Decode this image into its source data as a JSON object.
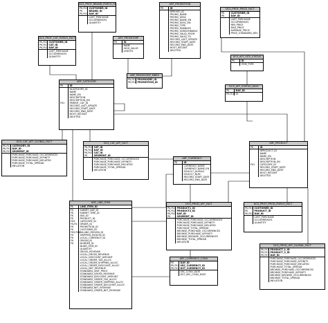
{
  "tables": {
    "brand_fact": {
      "title": "DCS_PROF_BRAND_PURCH_FACT",
      "pk": [
        {
          "key": "PK,FK1",
          "name": "CUSTOMER_ID"
        },
        {
          "key": "PK",
          "name": "BRAND_ID"
        },
        {
          "key": "PK,FK2",
          "name": "DAY_ID"
        }
      ],
      "cols": [
        {
          "key": "",
          "name": "LAST_PURCHASE"
        },
        {
          "key": "",
          "name": "OCCURRENCES"
        },
        {
          "key": "",
          "name": "QUANTITY"
        }
      ]
    },
    "promotion": {
      "title": "ARF_PROMOTION",
      "pk": [
        {
          "key": "PK",
          "name": "ID"
        }
      ],
      "cols": [
        {
          "key": "",
          "name": "NPROMO_ID"
        },
        {
          "key": "",
          "name": "PROMO_NAME"
        },
        {
          "key": "",
          "name": "PROMO_DESC"
        },
        {
          "key": "",
          "name": "PROMO_NAME_EN"
        },
        {
          "key": "",
          "name": "PROMO_DESC_EN"
        },
        {
          "key": "",
          "name": "PROMO_TYPE"
        },
        {
          "key": "",
          "name": "PROMO_ENABLED"
        },
        {
          "key": "",
          "name": "PROMO_SUBSCRIBABLE"
        },
        {
          "key": "",
          "name": "PROMO_VALID_FROM"
        },
        {
          "key": "",
          "name": "PROMO_VALID_TO"
        },
        {
          "key": "",
          "name": "RECORD_LAST_UPDATE"
        },
        {
          "key": "",
          "name": "RECORD_START_DATE"
        },
        {
          "key": "",
          "name": "RECORD_END_DATE"
        },
        {
          "key": "",
          "name": "MOST_RECENT"
        },
        {
          "key": "",
          "name": "DELETED"
        }
      ]
    },
    "price_fact": {
      "title": "DCS_PROF_PRICE_FACT",
      "pk": [
        {
          "key": "PK",
          "name": "CUSTOMER_ID"
        },
        {
          "key": "PK",
          "name": "DAY_ID"
        }
      ],
      "cols": [
        {
          "key": "",
          "name": "LAST_PURCHASE"
        },
        {
          "key": "",
          "name": "OCCURRENCES"
        },
        {
          "key": "",
          "name": "MIN_PRICE"
        },
        {
          "key": "",
          "name": "MAX_PRICE"
        },
        {
          "key": "",
          "name": "AVERAGE_PRICE"
        },
        {
          "key": "",
          "name": "PRICE_STANDARD_DEV"
        }
      ]
    },
    "cat_purch_fact": {
      "title": "DCS_PROF_CAT_PURCH_FACT",
      "pk": [
        {
          "key": "PK,FK2",
          "name": "CUSTOMER_ID"
        },
        {
          "key": "PK,FK3",
          "name": "CAT_ID"
        },
        {
          "key": "PK,FK1",
          "name": "DAY_ID"
        }
      ],
      "cols": [
        {
          "key": "",
          "name": "LAST_PURCHASE"
        },
        {
          "key": "",
          "name": "OCCURRENCES"
        },
        {
          "key": "",
          "name": "QUANTITY"
        }
      ]
    },
    "promogrp": {
      "title": "ARF_PROMOGRP",
      "pk": [
        {
          "key": "PK",
          "name": "ID"
        }
      ],
      "cols": [
        {
          "key": "",
          "name": "NAME"
        },
        {
          "key": "",
          "name": "HIGH_VALUE"
        },
        {
          "key": "",
          "name": "LENGTH"
        }
      ]
    },
    "site_status": {
      "title": "DCS_AFF_SITE_STATUS",
      "pk": [
        {
          "key": "PK",
          "name": "ID"
        }
      ],
      "cols": [
        {
          "key": "",
          "name": "ITEM_TYPE"
        }
      ]
    },
    "promogrp_mbrs": {
      "title": "ARF_PROMOGRP_MBRS",
      "pk": [
        {
          "key": "PK,FK1",
          "name": "PROMOGRP_ID"
        },
        {
          "key": "PK,FK2",
          "name": "PROMOTION_ID"
        }
      ],
      "cols": []
    },
    "category": {
      "title": "ARF_CATEGORY",
      "pk": [
        {
          "key": "PK",
          "name": "ID"
        }
      ],
      "cols": [
        {
          "key": "",
          "name": "NCATEGORY_ID"
        },
        {
          "key": "",
          "name": "NAME"
        },
        {
          "key": "",
          "name": "NAME_EN"
        },
        {
          "key": "",
          "name": "DESCRIPTION"
        },
        {
          "key": "",
          "name": "DESCRIPTION_EN"
        },
        {
          "key": "FK1",
          "name": "PARENT_CAT_ID"
        },
        {
          "key": "",
          "name": "RECORD_LAST_UPDATE"
        },
        {
          "key": "",
          "name": "RECORD_START_DATE"
        },
        {
          "key": "",
          "name": "RECORD_END_DATE"
        },
        {
          "key": "",
          "name": "MOST_RECENT"
        },
        {
          "key": "",
          "name": "DELETED"
        }
      ]
    },
    "aff_status_days": {
      "title": "DCS_AFF_STATUS_DAYS",
      "pk": [
        {
          "key": "PK",
          "name": "DAY_ID"
        }
      ],
      "cols": [
        {
          "key": "PK,FK1",
          "name": "ID"
        }
      ]
    },
    "cat_global_fact": {
      "title": "DCS_CAT_AFF_GLOBAL_FACT",
      "pk": [
        {
          "key": "PK,FK1",
          "name": "CATEGORY_ID"
        },
        {
          "key": "PK,FK2",
          "name": "DAY_ID"
        },
        {
          "key": "PK,FK3",
          "name": "SEGMENT_ID"
        }
      ],
      "cols": [
        {
          "key": "",
          "name": "PURCHASE_PURCHASE_OCCURRENCES"
        },
        {
          "key": "",
          "name": "PURCHASE_PURCHASE_AFFINITY"
        },
        {
          "key": "",
          "name": "PURCHASE_PURCHASE_INFLATED"
        },
        {
          "key": "",
          "name": "PURCHASE_TOTAL_SPREAD"
        },
        {
          "key": "",
          "name": "INFLATION"
        }
      ]
    },
    "cat_aff_fact": {
      "title": "DCS_CAT_AFF_FACT",
      "pk": [
        {
          "key": "PK,FK1",
          "name": "CAT_ID"
        },
        {
          "key": "PK,FK2",
          "name": "DAY_ID"
        },
        {
          "key": "PK,FK3",
          "name": "CAT_ID"
        },
        {
          "key": "PK",
          "name": "SEGMENT_ID"
        }
      ],
      "cols": [
        {
          "key": "",
          "name": "PURCHASE_PURCHASE_OCCURRENCES"
        },
        {
          "key": "",
          "name": "PURCHASE_PURCHASE_AFFINITY"
        },
        {
          "key": "",
          "name": "PURCHASE_PURCHASE_INFLATED"
        },
        {
          "key": "",
          "name": "PURCHASE_TOTAL_SPREAD"
        },
        {
          "key": "",
          "name": "INFLATION"
        }
      ]
    },
    "product": {
      "title": "ARF_PRODUCT",
      "pk": [
        {
          "key": "PK",
          "name": "ID"
        }
      ],
      "cols": [
        {
          "key": "",
          "name": "NPRODUCT_ID"
        },
        {
          "key": "",
          "name": "NAME"
        },
        {
          "key": "",
          "name": "NAME_EN"
        },
        {
          "key": "",
          "name": "DESCRIPTION"
        },
        {
          "key": "",
          "name": "DESCRIPTION_EN"
        },
        {
          "key": "FK1",
          "name": "CATEGORY_ID"
        },
        {
          "key": "",
          "name": "RECORD_START_DATE"
        },
        {
          "key": "",
          "name": "RECORD_END_DATE"
        },
        {
          "key": "",
          "name": "MOST_RECENT"
        },
        {
          "key": "",
          "name": "DELETED"
        }
      ]
    },
    "currency": {
      "title": "ARF_CURRENCY",
      "pk": [
        {
          "key": "PK",
          "name": "ID"
        }
      ],
      "cols": [
        {
          "key": "",
          "name": "CURRENCY_NAME"
        },
        {
          "key": "",
          "name": "CURRENCY_NAME_EN"
        },
        {
          "key": "",
          "name": "ISO4217_ALPHA3"
        },
        {
          "key": "",
          "name": "ISO4217_NUM"
        },
        {
          "key": "",
          "name": "RECORD_START_DATE"
        },
        {
          "key": "",
          "name": "RECORD_END_DATE"
        }
      ]
    },
    "line_item": {
      "title": "ARF_LINE_ITEM",
      "pk": [
        {
          "key": "PK",
          "name": "LINE_ITEM_ID"
        }
      ],
      "cols": [
        {
          "key": "FK",
          "name": "SUBMIT_DAY_ID"
        },
        {
          "key": "FK",
          "name": "SUBMIT_TIME_ID"
        },
        {
          "key": "FK",
          "name": "SKU_ID"
        },
        {
          "key": "FK",
          "name": "PRODUCT_ID"
        },
        {
          "key": "FK3",
          "name": "CATEGORY_ID"
        },
        {
          "key": "FK,FK",
          "name": "ORDER_ID"
        },
        {
          "key": "FK",
          "name": "PROMOTION_ID"
        },
        {
          "key": "FK",
          "name": "CUSTOMER_ID"
        },
        {
          "key": "FK5,FK6",
          "name": "BILLING_REGION_ID"
        },
        {
          "key": "FK",
          "name": "SHIPPING_REGION_ID"
        },
        {
          "key": "FK",
          "name": "LOCAL_CURRENCY_ID"
        },
        {
          "key": "FK",
          "name": "ORIGIN_ID"
        },
        {
          "key": "FK",
          "name": "NORDER_ID"
        },
        {
          "key": "",
          "name": "NLINE_ITEM_ID"
        },
        {
          "key": "",
          "name": "QUANTITY"
        },
        {
          "key": "",
          "name": "GROSS_REVENUE"
        },
        {
          "key": "",
          "name": "LOCAL_GROSS_REVENUE"
        },
        {
          "key": "",
          "name": "LOCAL_DISCOUNT_AMOUNT"
        },
        {
          "key": "",
          "name": "LOCAL_ORDER_TAX_ALLOC"
        },
        {
          "key": "",
          "name": "LOCAL_ORDER_SHIPPING_ALLOC"
        },
        {
          "key": "",
          "name": "LOCAL_ORDER_DISCOUNT_ALLOC"
        },
        {
          "key": "",
          "name": "LOCAL_NET_REVENUE"
        },
        {
          "key": "",
          "name": "STANDARD_UNIT_PRICE"
        },
        {
          "key": "",
          "name": "STANDARD_GROSS_REVENUE"
        },
        {
          "key": "",
          "name": "STANDARD_DISCOUNT_AMOUNT"
        },
        {
          "key": "",
          "name": "STANDARD_ORDER_TAX_ALLOC"
        },
        {
          "key": "",
          "name": "STANDARD_ORDER_SHIPPING_ALLOC"
        },
        {
          "key": "",
          "name": "STANDARD_ORDER_DISCOUNT_ALLOC"
        },
        {
          "key": "",
          "name": "STANDARD_NET_REVENUE"
        },
        {
          "key": "",
          "name": "STANDARD_ORDER_NET_REVENUE"
        }
      ]
    },
    "prod_aff_fact": {
      "title": "DCS_PROD_AFF_FACT",
      "pk": [
        {
          "key": "PK,FK1",
          "name": "PRODUCT1_ID"
        },
        {
          "key": "PK,FK2",
          "name": "PRODUCT2_ID"
        },
        {
          "key": "PK,FK3",
          "name": "DAY_ID"
        },
        {
          "key": "PK",
          "name": "SEGMENT_ID"
        }
      ],
      "cols": [
        {
          "key": "",
          "name": "PURCHASE_PURCHASE_OCCURRENCES"
        },
        {
          "key": "",
          "name": "PURCHASE_PURCHASE_AFFINITY"
        },
        {
          "key": "",
          "name": "PURCHASE_PURCHASE_INFLATED"
        },
        {
          "key": "",
          "name": "PURCHASE_TOTAL_SPREAD"
        },
        {
          "key": "",
          "name": "BROWSE_PURCHASE_OCCURRENCES"
        },
        {
          "key": "",
          "name": "BROWSE_PURCHASE_AFFINITY"
        },
        {
          "key": "",
          "name": "BROWSE_BROWSE_OCCURRENCES"
        },
        {
          "key": "",
          "name": "BROWSE_TOTAL_SPREAD"
        },
        {
          "key": "",
          "name": "INFLATION"
        }
      ]
    },
    "prod_purch_fact": {
      "title": "DCS_PROF_PROD_PURCH_FACT",
      "pk": [
        {
          "key": "PK,FK1",
          "name": "CUSTOMER_ID"
        },
        {
          "key": "PK",
          "name": "PRODUCT_ID"
        },
        {
          "key": "PK,FK2",
          "name": "DAY_ID"
        }
      ],
      "cols": [
        {
          "key": "",
          "name": "LAST_PURCHASE"
        },
        {
          "key": "",
          "name": "OCCURRENCES"
        },
        {
          "key": "",
          "name": "QUANTITY"
        }
      ]
    },
    "prod_global_fact": {
      "title": "DCS_PROD_AFF_GLOBAL_FACT",
      "pk": [
        {
          "key": "PK,FK1",
          "name": "PRODUCT_1_ID"
        },
        {
          "key": "PK,FK2",
          "name": "PRODUCT_2_ID"
        },
        {
          "key": "PK,FK3",
          "name": "DAY_ID"
        }
      ],
      "cols": [
        {
          "key": "",
          "name": "PURCHASE_PURCHASE_OCCURRENCES"
        },
        {
          "key": "",
          "name": "PURCHASE_PURCHASE_AFFINITY"
        },
        {
          "key": "",
          "name": "PURCHASE_PURCHASE_INFLATED"
        },
        {
          "key": "",
          "name": "PURCHASE_TOTAL_SPREAD"
        },
        {
          "key": "",
          "name": "BROWSE_PURCHASE_OCCURRENCES"
        },
        {
          "key": "",
          "name": "BROWSE_PURCHASE_AFFINITY"
        },
        {
          "key": "",
          "name": "BROWSE_BROWSE_OCCURRENCES"
        },
        {
          "key": "",
          "name": "BROWSE_TOTAL_SPREAD"
        },
        {
          "key": "",
          "name": "INFLATION"
        }
      ]
    },
    "currency_conv": {
      "title": "ARF_CURRENCY_CONV",
      "pk": [
        {
          "key": "PK",
          "name": "DAY_ID"
        },
        {
          "key": "PK,FK1",
          "name": "SRC_CURRENCY_ID"
        },
        {
          "key": "PK,FK2",
          "name": "DST_CURRENCY_ID"
        }
      ],
      "cols": [
        {
          "key": "",
          "name": "SRC_CONV_DATE"
        },
        {
          "key": "",
          "name": "DST_SRC_CONV_RATE"
        }
      ]
    }
  }
}
